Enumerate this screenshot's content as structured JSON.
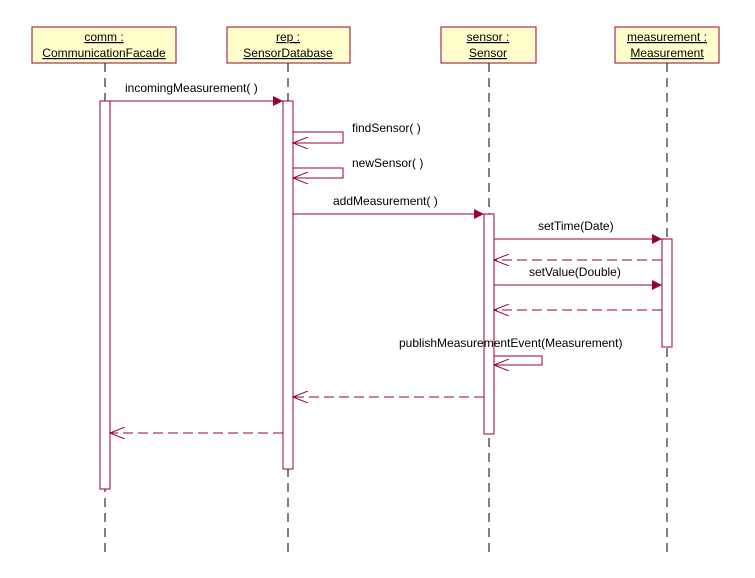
{
  "colors": {
    "header_fill": "#ffffcc",
    "line": "#990033",
    "lifeline": "#000000",
    "text": "#000000",
    "background": "#ffffff"
  },
  "lifelines": [
    {
      "id": "comm",
      "name": "comm :",
      "type": "CommunicationFacade"
    },
    {
      "id": "rep",
      "name": "rep :",
      "type": "SensorDatabase"
    },
    {
      "id": "sensor",
      "name": "sensor :",
      "type": "Sensor"
    },
    {
      "id": "measurement",
      "name": "measurement :",
      "type": "Measurement"
    }
  ],
  "messages": [
    {
      "id": "incoming-measurement",
      "label": "incomingMeasurement( )",
      "from": "comm",
      "to": "rep",
      "kind": "call"
    },
    {
      "id": "find-sensor",
      "label": "findSensor( )",
      "from": "rep",
      "to": "rep",
      "kind": "self"
    },
    {
      "id": "new-sensor",
      "label": "newSensor( )",
      "from": "rep",
      "to": "rep",
      "kind": "self"
    },
    {
      "id": "add-measurement",
      "label": "addMeasurement( )",
      "from": "rep",
      "to": "sensor",
      "kind": "call"
    },
    {
      "id": "set-time",
      "label": "setTime(Date)",
      "from": "sensor",
      "to": "measurement",
      "kind": "call"
    },
    {
      "id": "set-time-return",
      "label": "",
      "from": "measurement",
      "to": "sensor",
      "kind": "return"
    },
    {
      "id": "set-value",
      "label": "setValue(Double)",
      "from": "sensor",
      "to": "measurement",
      "kind": "call"
    },
    {
      "id": "set-value-return",
      "label": "",
      "from": "measurement",
      "to": "sensor",
      "kind": "return"
    },
    {
      "id": "publish-measurement-event",
      "label": "publishMeasurementEvent(Measurement)",
      "from": "sensor",
      "to": "sensor",
      "kind": "self"
    },
    {
      "id": "add-measurement-return",
      "label": "",
      "from": "sensor",
      "to": "rep",
      "kind": "return"
    },
    {
      "id": "incoming-measurement-return",
      "label": "",
      "from": "rep",
      "to": "comm",
      "kind": "return"
    }
  ]
}
